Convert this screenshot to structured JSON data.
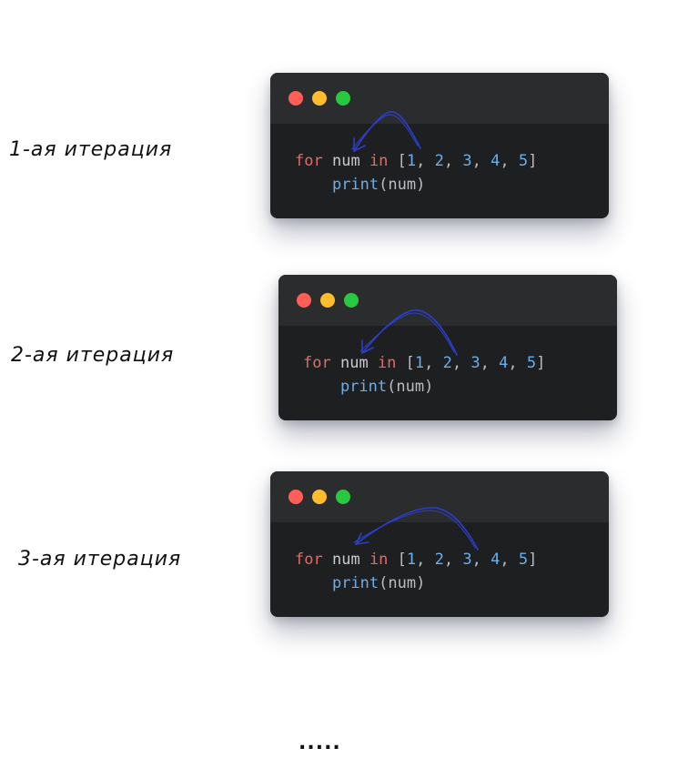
{
  "iterations": [
    {
      "label": "1-ая итерация",
      "code": {
        "kw_for": "for",
        "var": "num",
        "kw_in": "in",
        "open": "[",
        "items": [
          "1",
          "2",
          "3",
          "4",
          "5"
        ],
        "close": "]",
        "fn": "print",
        "arg": "(num)"
      },
      "points_to_item": "1"
    },
    {
      "label": "2-ая итерация",
      "code": {
        "kw_for": "for",
        "var": "num",
        "kw_in": "in",
        "open": "[",
        "items": [
          "1",
          "2",
          "3",
          "4",
          "5"
        ],
        "close": "]",
        "fn": "print",
        "arg": "(num)"
      },
      "points_to_item": "2"
    },
    {
      "label": "3-ая итерация",
      "code": {
        "kw_for": "for",
        "var": "num",
        "kw_in": "in",
        "open": "[",
        "items": [
          "1",
          "2",
          "3",
          "4",
          "5"
        ],
        "close": "]",
        "fn": "print",
        "arg": "(num)"
      },
      "points_to_item": "3"
    }
  ],
  "ellipsis": ".....",
  "colors": {
    "window_bg": "#1e1f20",
    "titlebar_bg": "#2b2c2d",
    "dot_red": "#ff5f57",
    "dot_yellow": "#febc2e",
    "dot_green": "#28c840",
    "keyword": "#e06c68",
    "number": "#6aaeea",
    "arrow": "#2b3fc9"
  },
  "icons": [
    "close-dot-icon",
    "minimize-dot-icon",
    "maximize-dot-icon",
    "curved-arrow-icon"
  ]
}
